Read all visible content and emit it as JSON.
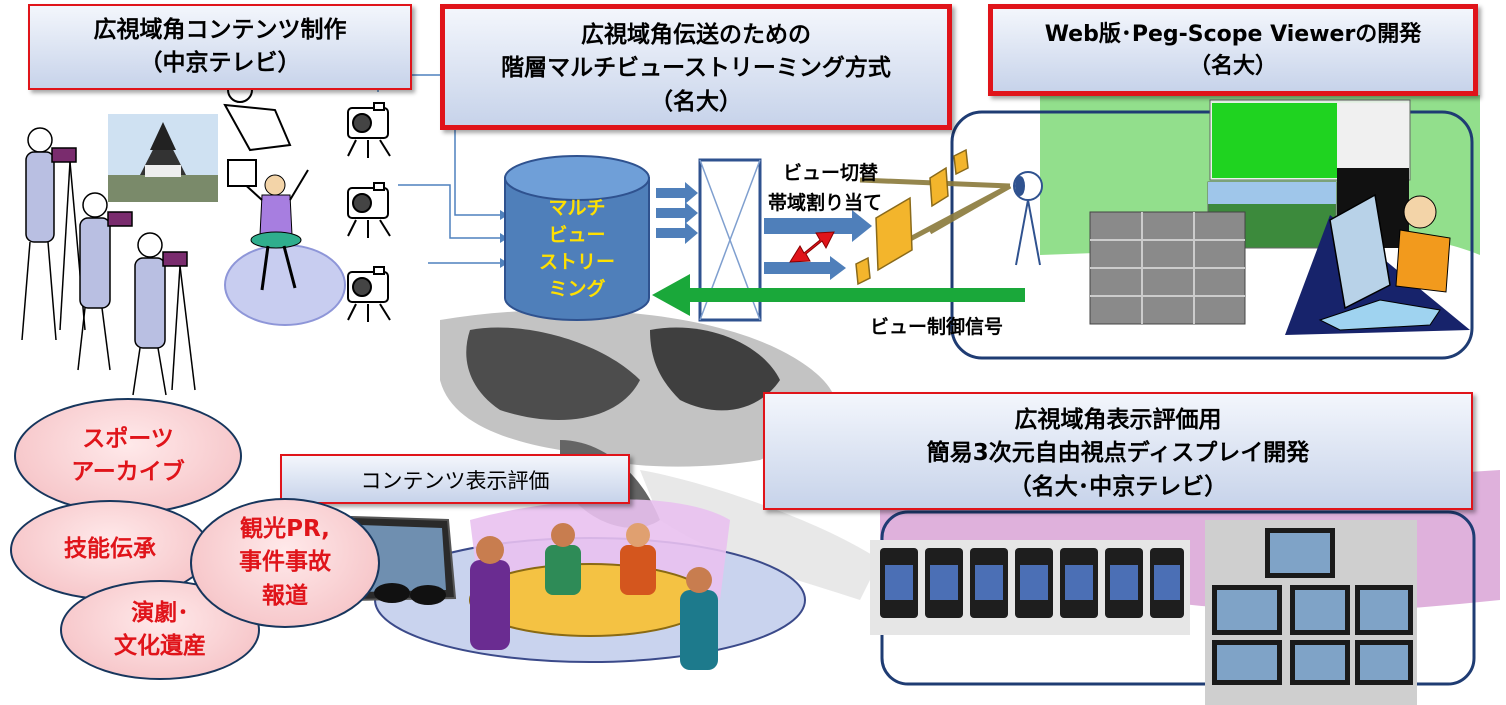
{
  "title_content_production": {
    "line1": "広視域角コンテンツ制作",
    "line2": "（中京テレビ）"
  },
  "title_streaming": {
    "line1": "広視域角伝送のための",
    "line2": "階層マルチビューストリーミング方式",
    "line3": "（名大）"
  },
  "title_viewer": {
    "line1": "Web版･Peg-Scope Viewerの開発",
    "line2": "（名大）"
  },
  "title_display_dev": {
    "line1": "広視域角表示評価用",
    "line2": "簡易3次元自由視点ディスプレイ開発",
    "line3": "（名大･中京テレビ）"
  },
  "title_content_eval": "コンテンツ表示評価",
  "database_label": {
    "line1": "マルチ",
    "line2": "ビュー",
    "line3": "ストリー",
    "line4": "ミング"
  },
  "arrow_labels": {
    "view_switch": "ビュー切替",
    "bandwidth": "帯域割り当て",
    "control_signal": "ビュー制御信号"
  },
  "bubbles": {
    "sports": {
      "line1": "スポーツ",
      "line2": "アーカイブ"
    },
    "skills": "技能伝承",
    "tourism": {
      "line1": "観光PR,",
      "line2": "事件事故",
      "line3": "報道"
    },
    "theater": {
      "line1": "演劇･",
      "line2": "文化遺産"
    }
  },
  "colors": {
    "accent_red": "#e0141a",
    "title_fill": "#c7d3ea",
    "db_blue": "#4f7fba",
    "arrow_green": "#1aa83a",
    "panel_green": "#7ed87a",
    "panel_pink": "#d9a3d6"
  }
}
